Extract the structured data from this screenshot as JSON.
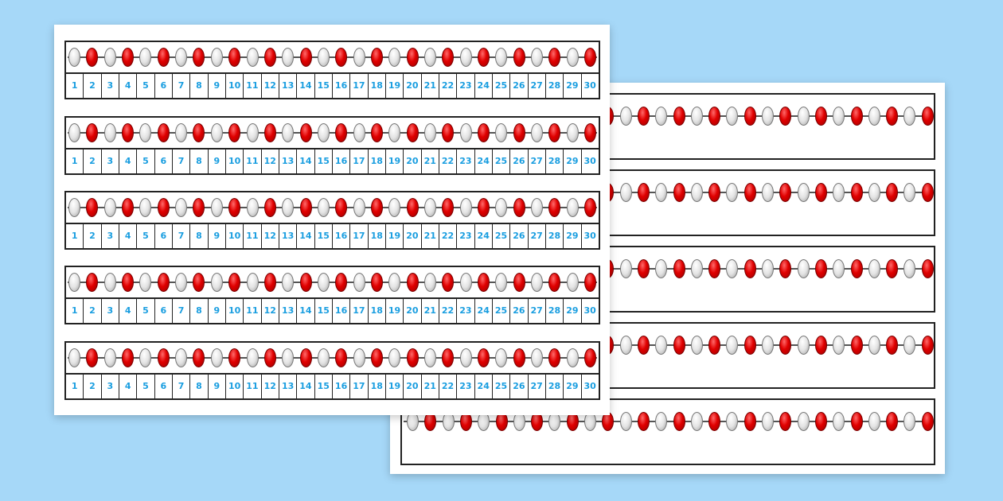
{
  "number_line": {
    "numbers": [
      "1",
      "2",
      "3",
      "4",
      "5",
      "6",
      "7",
      "8",
      "9",
      "10",
      "11",
      "12",
      "13",
      "14",
      "15",
      "16",
      "17",
      "18",
      "19",
      "20",
      "21",
      "22",
      "23",
      "24",
      "25",
      "26",
      "27",
      "28",
      "29",
      "30"
    ],
    "bead_pattern": [
      "white",
      "red"
    ],
    "bead_count_front": 30,
    "bead_count_back": 30
  },
  "front_sheet": {
    "strip_count": 5
  },
  "back_sheet": {
    "strip_count": 5
  },
  "colors": {
    "background": "#a6d8f8",
    "number_text": "#1a9ee0",
    "bead_red": "#e00000",
    "bead_white": "#e4e4e4"
  }
}
